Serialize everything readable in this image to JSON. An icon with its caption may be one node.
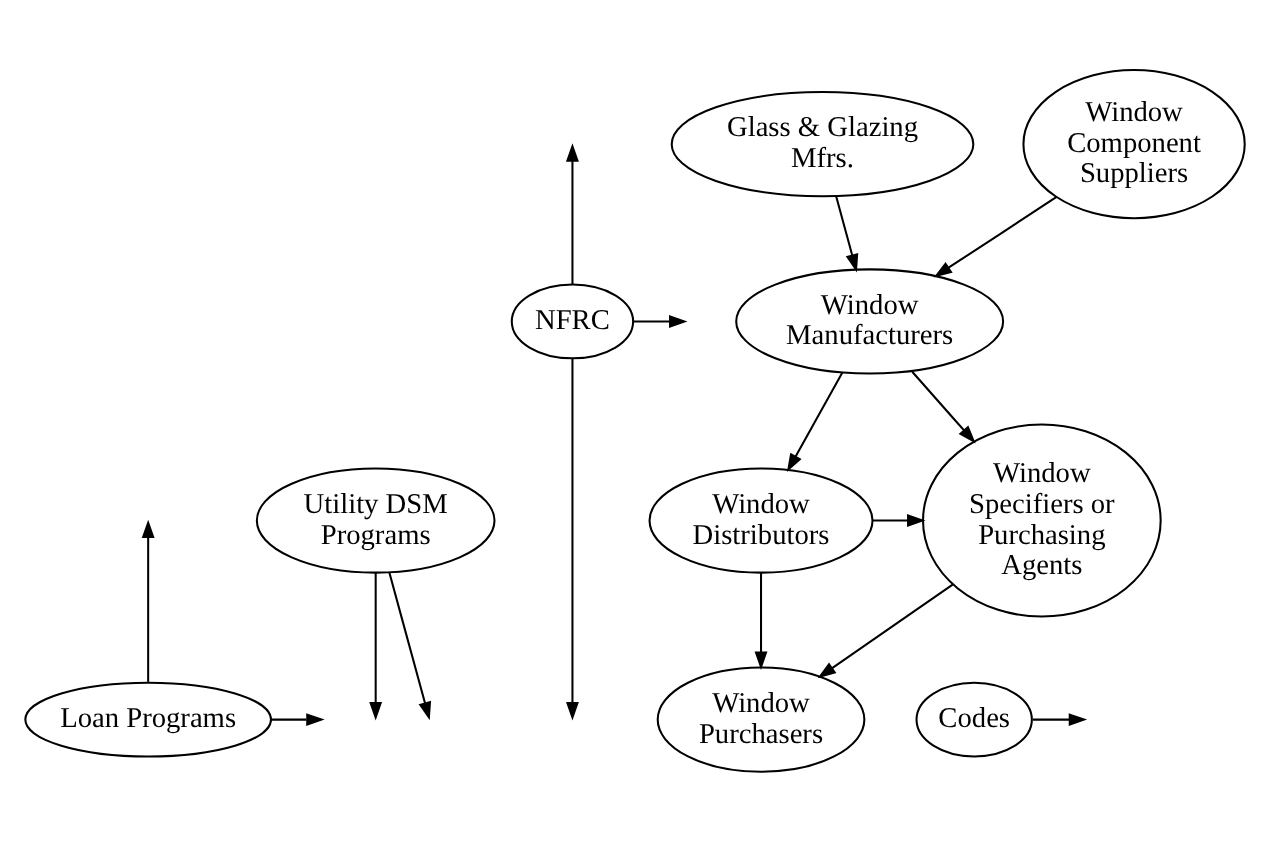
{
  "diagram": {
    "nodes": [
      {
        "text": [
          "Glass & Glazing Mfrs."
        ]
      },
      {
        "text": [
          "Window Component Suppliers"
        ]
      },
      {
        "text": [
          "NFRC"
        ]
      },
      {
        "text": [
          "Window Manufacturers"
        ]
      },
      {
        "text": [
          "Codes"
        ]
      },
      {
        "text": [
          "Utility DSM Programs"
        ]
      },
      {
        "text": [
          "Window Distributors"
        ]
      },
      {
        "text": [
          "Window Specifiers or Purchasing Agents"
        ]
      },
      {
        "text": [
          "Loan Programs"
        ]
      },
      {
        "text": [
          "Window Purchasers"
        ]
      }
    ],
    "edges": [
      {
        "from": 0,
        "to": 3,
        "arrow": "to"
      },
      {
        "from": 1,
        "to": 3,
        "arrow": "to"
      },
      {
        "from": 2,
        "to": null,
        "arrow": "to"
      },
      {
        "from": 2,
        "to": null,
        "arrow": "to"
      },
      {
        "from": 2,
        "to": null,
        "arrow": "to"
      },
      {
        "from": 4,
        "to": null,
        "arrow": "to"
      },
      {
        "from": 5,
        "to": null,
        "arrow": "to"
      },
      {
        "from": 5,
        "to": null,
        "arrow": "to"
      },
      {
        "from": 8,
        "to": null,
        "arrow": "to"
      },
      {
        "from": 8,
        "to": null,
        "arrow": "to"
      },
      {
        "from": 3,
        "to": 6,
        "arrow": "to"
      },
      {
        "from": 3,
        "to": 7,
        "arrow": "to"
      },
      {
        "from": 6,
        "to": 7,
        "arrow": "to"
      },
      {
        "from": 6,
        "to": 9,
        "arrow": "to"
      },
      {
        "from": 7,
        "to": 9,
        "arrow": "to"
      }
    ]
  }
}
